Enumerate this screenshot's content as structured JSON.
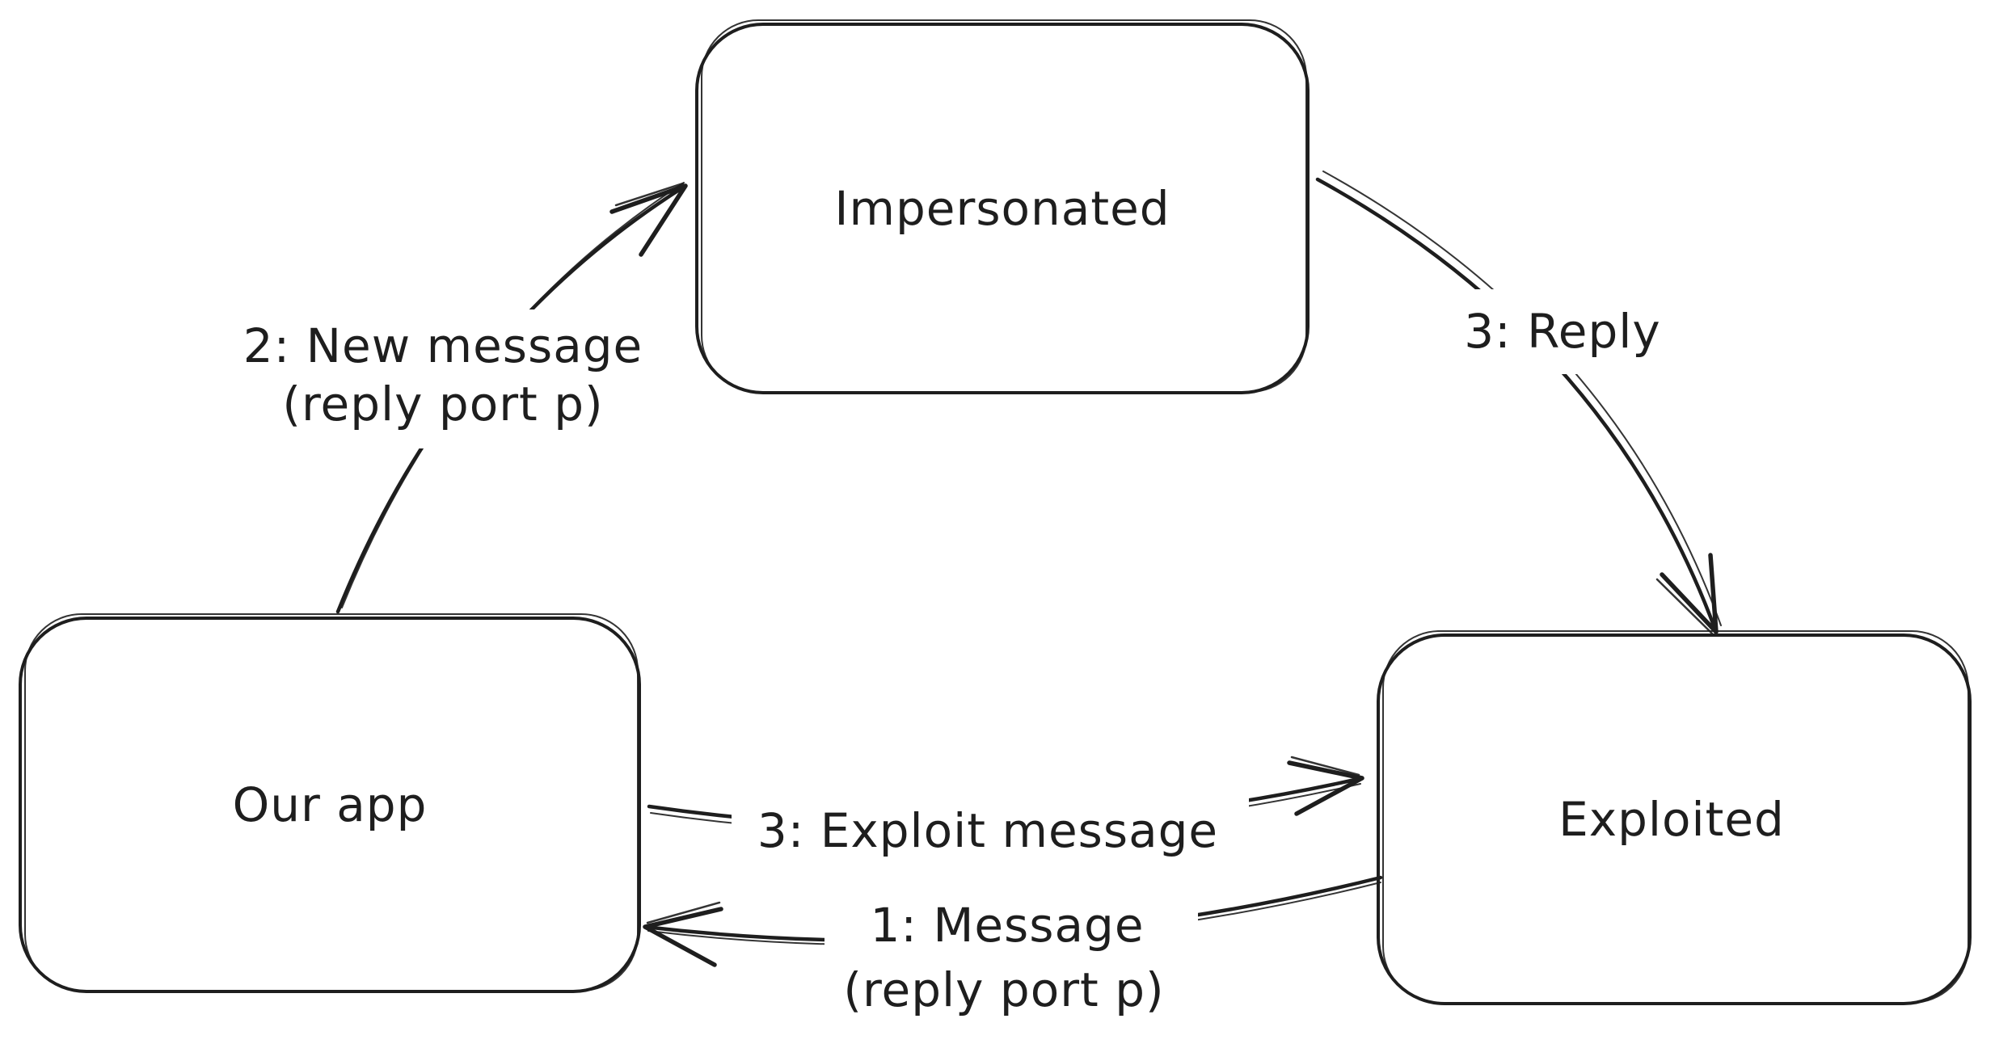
{
  "diagram": {
    "background_color": "#ffffff",
    "stroke_color": "#1e1e1e",
    "nodes": [
      {
        "id": "impersonated",
        "label": "Impersonated"
      },
      {
        "id": "our_app",
        "label": "Our app"
      },
      {
        "id": "exploited",
        "label": "Exploited"
      }
    ],
    "edges": [
      {
        "id": "new_message",
        "from": "Our app",
        "to": "Impersonated",
        "label_lines": [
          "2: New message",
          "(reply port p)"
        ]
      },
      {
        "id": "reply",
        "from": "Impersonated",
        "to": "Exploited",
        "label_lines": [
          "3: Reply"
        ]
      },
      {
        "id": "exploit_message",
        "from": "Our app",
        "to": "Exploited",
        "label_lines": [
          "3: Exploit message"
        ]
      },
      {
        "id": "message",
        "from": "Exploited",
        "to": "Our app",
        "label_lines": [
          "1: Message",
          "(reply port p)"
        ]
      }
    ]
  }
}
